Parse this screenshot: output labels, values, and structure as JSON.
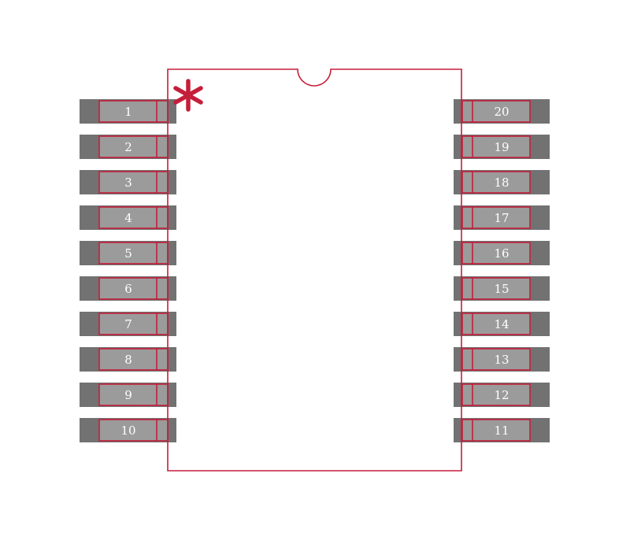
{
  "pins_left": [
    "1",
    "2",
    "3",
    "4",
    "5",
    "6",
    "7",
    "8",
    "9",
    "10"
  ],
  "pins_right": [
    "20",
    "19",
    "18",
    "17",
    "16",
    "15",
    "14",
    "13",
    "12",
    "11"
  ],
  "pin1_marker": "*",
  "colors": {
    "outline": "#c41e3a",
    "pad_outer": "#727272",
    "pad_inner": "#9b9b9b",
    "label": "#ffffff",
    "background": "#ffffff"
  }
}
